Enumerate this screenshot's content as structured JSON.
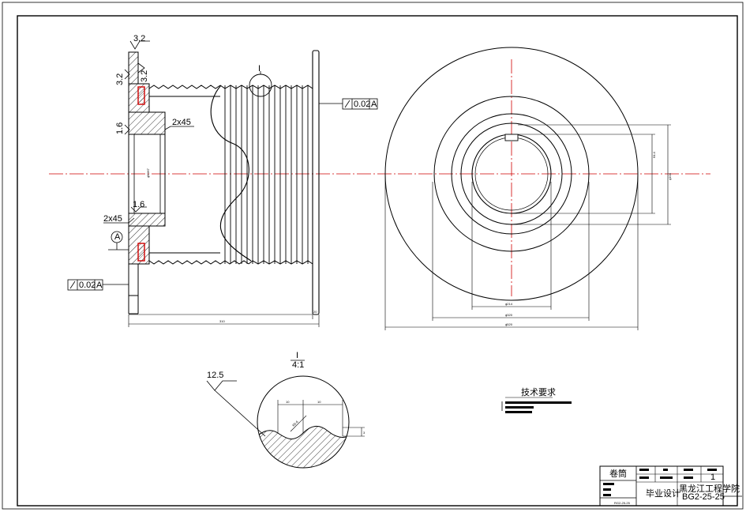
{
  "side_view": {
    "roughness_top": "3.2",
    "roughness_side": "3.2",
    "roughness_left": "3.2",
    "roughness_bore": "1.6",
    "roughness_bore_lower": "1.6",
    "chamfer_upper": "2x45",
    "chamfer_lower": "2x45",
    "tolerance_right": {
      "value": "0.02",
      "datum": "A"
    },
    "tolerance_left": {
      "value": "0.02",
      "datum": "A"
    },
    "datum_label": "A",
    "detail_marker": "I",
    "bore_dim": "ϕ60H7",
    "overall_length": "310",
    "flange_thickness": "20"
  },
  "front_view": {
    "dim_keyway_width": "64.4",
    "dim_keyway_height": "ϕ104",
    "dim_bore": "ϕ214",
    "dim_hub": "ϕ320",
    "dim_outer": "ϕ520"
  },
  "detail_view": {
    "label": "I",
    "scale": "4:1",
    "roughness": "12.5",
    "pitch_left": "10",
    "pitch_right": "10",
    "groove_radius": "R5.6",
    "depth": "3"
  },
  "notes": {
    "title": "技术要求"
  },
  "title_block": {
    "cell_top_left": "卷筒",
    "cell_middle": "毕业设计",
    "drawing_no": "BG2-25-25",
    "school": "黑龙江工程学院",
    "page": "1",
    "code_small": "RG2-25-25"
  }
}
